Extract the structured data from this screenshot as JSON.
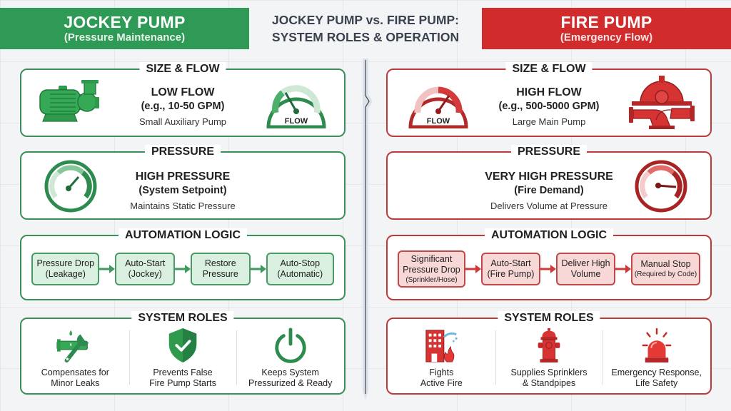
{
  "colors": {
    "green": "#2e9a55",
    "red": "#d22b2b",
    "green_border": "#3a8f5a",
    "red_border": "#bd3a3a",
    "green_step_fill": "#d9efdf",
    "red_step_fill": "#f8d7d7"
  },
  "header": {
    "left": {
      "title": "JOCKEY PUMP",
      "subtitle": "(Pressure Maintenance)"
    },
    "center": {
      "line1": "JOCKEY PUMP vs. FIRE PUMP:",
      "line2": "SYSTEM ROLES & OPERATION"
    },
    "right": {
      "title": "FIRE PUMP",
      "subtitle": "(Emergency Flow)"
    }
  },
  "jockey": {
    "size_flow": {
      "title": "SIZE & FLOW",
      "line1": "LOW FLOW",
      "line2": "(e.g., 10-50 GPM)",
      "line3": "Small Auxiliary Pump",
      "gauge_label": "FLOW",
      "icons": [
        "centrifugal-pump-icon",
        "flow-gauge-low-icon"
      ]
    },
    "pressure": {
      "title": "PRESSURE",
      "line1": "HIGH PRESSURE",
      "line2": "(System Setpoint)",
      "line3": "Maintains Static Pressure",
      "icons": [
        "pressure-gauge-icon"
      ]
    },
    "automation": {
      "title": "AUTOMATION LOGIC",
      "steps": [
        {
          "l1": "Pressure Drop",
          "l2": "(Leakage)"
        },
        {
          "l1": "Auto-Start",
          "l2": "(Jockey)"
        },
        {
          "l1": "Restore",
          "l2": "Pressure"
        },
        {
          "l1": "Auto-Stop",
          "l2": "(Automatic)"
        }
      ]
    },
    "roles": {
      "title": "SYSTEM ROLES",
      "items": [
        {
          "icon": "pipe-wrench-icon",
          "l1": "Compensates for",
          "l2": "Minor Leaks"
        },
        {
          "icon": "shield-check-icon",
          "l1": "Prevents False",
          "l2": "Fire Pump Starts"
        },
        {
          "icon": "power-icon",
          "l1": "Keeps System",
          "l2": "Pressurized & Ready"
        }
      ]
    }
  },
  "fire": {
    "size_flow": {
      "title": "SIZE & FLOW",
      "line1": "HIGH FLOW",
      "line2": "(e.g., 500-5000 GPM)",
      "line3": "Large Main Pump",
      "gauge_label": "FLOW",
      "icons": [
        "flow-gauge-high-icon",
        "split-case-pump-icon"
      ]
    },
    "pressure": {
      "title": "PRESSURE",
      "line1": "VERY HIGH PRESSURE",
      "line2": "(Fire Demand)",
      "line3": "Delivers Volume at Pressure",
      "icons": [
        "pressure-gauge-high-icon"
      ]
    },
    "automation": {
      "title": "AUTOMATION LOGIC",
      "steps": [
        {
          "l1": "Significant",
          "l2": "Pressure Drop",
          "l3": "(Sprinkler/Hose)"
        },
        {
          "l1": "Auto-Start",
          "l2": "(Fire Pump)"
        },
        {
          "l1": "Deliver High",
          "l2": "Volume"
        },
        {
          "l1": "Manual Stop",
          "l3": "(Required by Code)"
        }
      ]
    },
    "roles": {
      "title": "SYSTEM ROLES",
      "items": [
        {
          "icon": "building-fire-icon",
          "l1": "Fights",
          "l2": "Active Fire"
        },
        {
          "icon": "fire-hydrant-icon",
          "l1": "Supplies Sprinklers",
          "l2": "& Standpipes"
        },
        {
          "icon": "alarm-beacon-icon",
          "l1": "Emergency Response,",
          "l2": "Life Safety"
        }
      ]
    }
  }
}
